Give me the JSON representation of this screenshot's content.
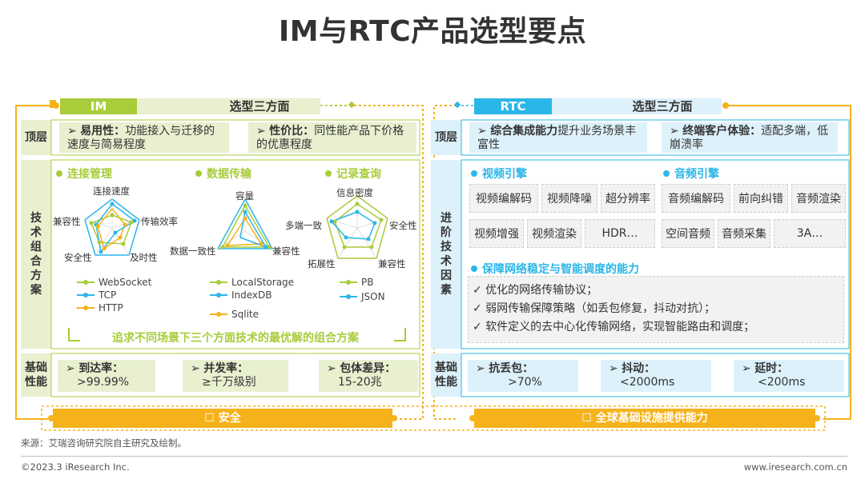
{
  "title": "IM与RTC产品选型要点",
  "colors": {
    "im_green": "#a8cc3a",
    "im_light": "#e8f0d0",
    "rtc_blue": "#2ab6e8",
    "rtc_light": "#ddf1fb",
    "gold": "#f5b21b",
    "gray_box": "#f2f2f2"
  },
  "im": {
    "tab": "IM",
    "subtitle": "选型三方面",
    "top_label": "顶层",
    "top_boxes": [
      {
        "marker": "➢",
        "key": "易用性：",
        "text": "功能接入与迁移的速度与简易程度"
      },
      {
        "marker": "➢",
        "key": "性价比：",
        "text": "同性能产品下价格的优惠程度"
      }
    ],
    "tech_label": [
      "技",
      "术",
      "组",
      "合",
      "方",
      "案"
    ],
    "sections": [
      {
        "title": "连接管理",
        "axes": [
          "连接速度",
          "传输效率",
          "及时性",
          "安全性",
          "兼容性"
        ]
      },
      {
        "title": "数据传输",
        "axes": [
          "容量",
          "兼容性",
          "数据一致性"
        ]
      },
      {
        "title": "记录查询",
        "axes": [
          "信息密度",
          "安全性",
          "兼容性",
          "拓展性",
          "多端一致"
        ]
      }
    ],
    "legend": [
      {
        "name": "WebSocket",
        "color": "#a8cc3a"
      },
      {
        "name": "TCP",
        "color": "#2ab6e8"
      },
      {
        "name": "HTTP",
        "color": "#f5b21b"
      },
      {
        "name": "LocalStorage",
        "color": "#a8cc3a"
      },
      {
        "name": "IndexDB",
        "color": "#2ab6e8"
      },
      {
        "name": "Sqlite",
        "color": "#f5b21b"
      },
      {
        "name": "PB",
        "color": "#a8cc3a"
      },
      {
        "name": "JSON",
        "color": "#2ab6e8"
      }
    ],
    "conclusion": "追求不同场景下三个方面技术的最优解的组合方案",
    "base_label": "基础性能",
    "base_boxes": [
      {
        "marker": "➢",
        "key": "到达率：",
        "value": ">99.99%"
      },
      {
        "marker": "➢",
        "key": "并发率：",
        "value": "≥千万级别"
      },
      {
        "marker": "➢",
        "key": "包体差异：",
        "value": "15-20兆"
      }
    ],
    "bar": "☐ 安全"
  },
  "rtc": {
    "tab": "RTC",
    "subtitle": "选型三方面",
    "top_label": "顶层",
    "top_boxes": [
      {
        "marker": "➢",
        "key": "综合集成能力",
        "text": "提升业务场景丰富性"
      },
      {
        "marker": "➢",
        "key": "终端客户体验：",
        "text": "适配多端，低崩溃率"
      }
    ],
    "adv_label": [
      "进",
      "阶",
      "技",
      "术",
      "因",
      "素"
    ],
    "video_title": "视频引擎",
    "video_items": [
      "视频编解码",
      "视频降噪",
      "超分辨率",
      "视频增强",
      "视频渲染",
      "HDR…"
    ],
    "audio_title": "音频引擎",
    "audio_items": [
      "音频编解码",
      "前向纠错",
      "音频渲染",
      "空间音频",
      "音频采集",
      "3A…"
    ],
    "network_title": "保障网络稳定与智能调度的能力",
    "network_items": [
      "✓  优化的网络传输协议；",
      "✓  弱网传输保障策略（如丢包修复，抖动对抗）；",
      "✓  软件定义的去中心化传输网络，实现智能路由和调度；"
    ],
    "base_label": "基础性能",
    "base_boxes": [
      {
        "marker": "➢",
        "key": "抗丢包：",
        "value": ">70%"
      },
      {
        "marker": "➢",
        "key": "抖动：",
        "value": "<2000ms"
      },
      {
        "marker": "➢",
        "key": "延时：",
        "value": "<200ms"
      }
    ],
    "bar": "☐ 全球基础设施提供能力"
  },
  "footer": {
    "source": "来源：艾瑞咨询研究院自主研究及绘制。",
    "copyright": "©2023.3 iResearch Inc.",
    "url": "www.iresearch.com.cn"
  }
}
